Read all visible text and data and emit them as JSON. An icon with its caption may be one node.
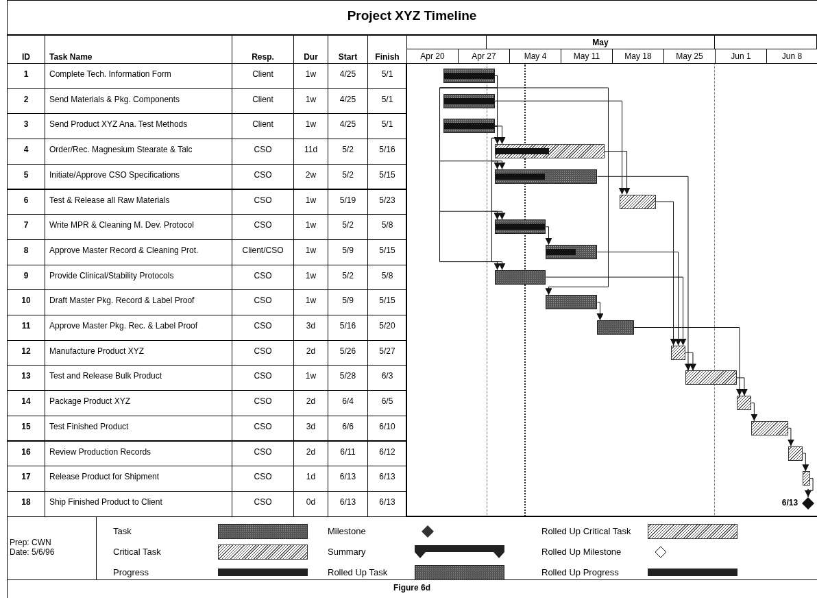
{
  "diagram": {
    "title": "Project XYZ Timeline",
    "caption": "Figure 6d",
    "nodes": [
      {
        "text": [],
        "shape": "bar"
      },
      {
        "text": [],
        "shape": "bar"
      },
      {
        "text": [],
        "shape": "bar"
      },
      {
        "text": [],
        "shape": "bar"
      },
      {
        "text": [],
        "shape": "bar"
      },
      {
        "text": [],
        "shape": "bar"
      },
      {
        "text": [],
        "shape": "bar"
      },
      {
        "text": [],
        "shape": "bar"
      },
      {
        "text": [],
        "shape": "bar"
      },
      {
        "text": [],
        "shape": "bar"
      },
      {
        "text": [],
        "shape": "bar"
      },
      {
        "text": [],
        "shape": "bar"
      },
      {
        "text": [],
        "shape": "bar"
      },
      {
        "text": [],
        "shape": "bar"
      },
      {
        "text": [],
        "shape": "bar"
      },
      {
        "text": [],
        "shape": "bar"
      },
      {
        "text": [],
        "shape": "bar"
      },
      {
        "text": [],
        "shape": "diamond",
        "beside": [
          "6/13"
        ]
      }
    ],
    "edges": [
      {
        "from": 0,
        "to": 3,
        "arrow": "to"
      },
      {
        "from": 0,
        "to": 4,
        "arrow": "to"
      },
      {
        "from": 0,
        "to": 6,
        "arrow": "to"
      },
      {
        "from": 0,
        "to": 8,
        "arrow": "to"
      },
      {
        "from": 0,
        "to": 9,
        "arrow": "to"
      },
      {
        "from": 1,
        "to": 5,
        "arrow": "to"
      },
      {
        "from": 2,
        "to": 3,
        "arrow": "to"
      },
      {
        "from": 2,
        "to": 4,
        "arrow": "to"
      },
      {
        "from": 2,
        "to": 6,
        "arrow": "to"
      },
      {
        "from": 2,
        "to": 8,
        "arrow": "to"
      },
      {
        "from": 3,
        "to": 5,
        "arrow": "to"
      },
      {
        "from": 4,
        "to": 12,
        "arrow": "to"
      },
      {
        "from": 5,
        "to": 11,
        "arrow": "to"
      },
      {
        "from": 6,
        "to": 7,
        "arrow": "to"
      },
      {
        "from": 7,
        "to": 11,
        "arrow": "to"
      },
      {
        "from": 8,
        "to": 11,
        "arrow": "to"
      },
      {
        "from": 9,
        "to": 10,
        "arrow": "to"
      },
      {
        "from": 10,
        "to": 13,
        "arrow": "to"
      },
      {
        "from": 11,
        "to": 12,
        "arrow": "to"
      },
      {
        "from": 12,
        "to": 13,
        "arrow": "to"
      },
      {
        "from": 13,
        "to": 14,
        "arrow": "to"
      },
      {
        "from": 14,
        "to": 15,
        "arrow": "to"
      },
      {
        "from": 15,
        "to": 16,
        "arrow": "to"
      },
      {
        "from": 16,
        "to": 17,
        "arrow": "to"
      }
    ],
    "labels": [
      "May",
      "ID",
      "Task Name",
      "Resp.",
      "Dur",
      "Start",
      "Finish",
      "Apr 20",
      "Apr 27",
      "May 4",
      "May 11",
      "May 18",
      "May 25",
      "Jun 1",
      "Jun 8",
      "1",
      "Complete Tech. Information Form",
      "Client",
      "1w",
      "4/25",
      "5/1",
      "2",
      "Send Materials & Pkg. Components",
      "Client",
      "1w",
      "4/25",
      "5/1",
      "3",
      "Send Product XYZ Ana. Test Methods",
      "Client",
      "1w",
      "4/25",
      "5/1",
      "4",
      "Order/Rec.  Magnesium Stearate & Talc",
      "CSO",
      "11d",
      "5/2",
      "5/16",
      "5",
      "Initiate/Approve CSO Specifications",
      "CSO",
      "2w",
      "5/2",
      "5/15",
      "6",
      "Test & Release all Raw Materials",
      "CSO",
      "1w",
      "5/19",
      "5/23",
      "7",
      "Write MPR & Cleaning M. Dev. Protocol",
      "CSO",
      "1w",
      "5/2",
      "5/8",
      "8",
      "Approve Master Record & Cleaning Prot.",
      "Client/CSO",
      "1w",
      "5/9",
      "5/15",
      "9",
      "Provide Clinical/Stability Protocols",
      "CSO",
      "1w",
      "5/2",
      "5/8",
      "10",
      "Draft Master Pkg. Record & Label Proof",
      "CSO",
      "1w",
      "5/9",
      "5/15",
      "11",
      "Approve Master Pkg. Rec. & Label Proof",
      "CSO",
      "3d",
      "5/16",
      "5/20",
      "12",
      "Manufacture Product XYZ",
      "CSO",
      "2d",
      "5/26",
      "5/27",
      "13",
      "Test and Release Bulk Product",
      "CSO",
      "1w",
      "5/28",
      "6/3",
      "14",
      "Package Product XYZ",
      "CSO",
      "2d",
      "6/4",
      "6/5",
      "15",
      "Test Finished Product",
      "CSO",
      "3d",
      "6/6",
      "6/10",
      "16",
      "Review Production Records",
      "CSO",
      "2d",
      "6/11",
      "6/12",
      "17",
      "Release Product for Shipment",
      "CSO",
      "1d",
      "6/13",
      "6/13",
      "18",
      "Ship Finished Product to Client",
      "CSO",
      "0d",
      "6/13",
      "6/13",
      "Prep: CWN",
      "Date: 5/6/96"
    ],
    "legend": [
      {
        "text": "Task"
      },
      {
        "text": "Milestone"
      },
      {
        "text": "Rolled Up Critical Task"
      },
      {
        "text": "Critical Task"
      },
      {
        "text": "Summary"
      },
      {
        "text": "Rolled Up Milestone"
      },
      {
        "text": "Progress"
      },
      {
        "text": "Rolled Up Task"
      },
      {
        "text": "Rolled Up Progress"
      }
    ]
  }
}
